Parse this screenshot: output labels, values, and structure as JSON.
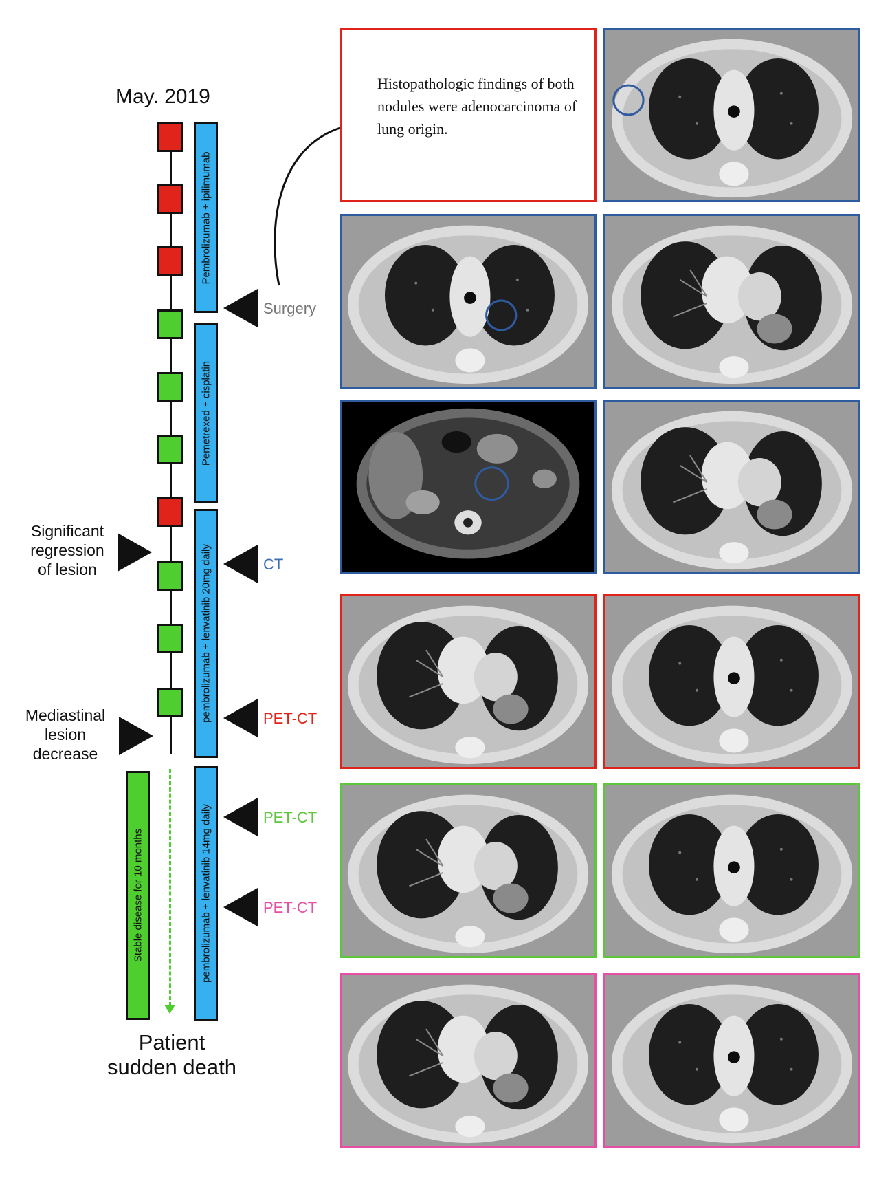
{
  "timeline": {
    "start_label": "May. 2019",
    "end_label_line1": "Patient",
    "end_label_line2": "sudden death",
    "cycles": [
      "red",
      "red",
      "red",
      "green",
      "green",
      "green",
      "red",
      "green",
      "green",
      "green"
    ],
    "regimens": [
      {
        "label": "Pembrolizumab + ipilimumab"
      },
      {
        "label": "Pemetrexed + cisplatin"
      },
      {
        "label": "pembrolizumab + lenvatinib 20mg daily"
      },
      {
        "label": "pembrolizumab + lenvatinib 14mg daily"
      }
    ],
    "stable_label": "Stable disease for 10 months",
    "events": [
      {
        "label": "Surgery",
        "color": "#777777"
      },
      {
        "label": "CT",
        "color": "#3b6fb5"
      },
      {
        "label": "PET-CT",
        "color": "#e0241b"
      },
      {
        "label": "PET-CT",
        "color": "#5ec63c"
      },
      {
        "label": "PET-CT",
        "color": "#e64fa3"
      }
    ],
    "notes": [
      {
        "lines": [
          "Significant",
          "regression",
          "of lesion"
        ]
      },
      {
        "lines": [
          "Mediastinal",
          "lesion",
          "decrease"
        ]
      }
    ]
  },
  "callout": {
    "text": "Histopathologic findings of both nodules were adenocarcinoma of lung origin.",
    "border_color": "#e0241b"
  },
  "colors": {
    "cycle_red": "#e0241b",
    "cycle_green": "#4fce2f",
    "regimen_blue": "#36b0ee",
    "frame_blue": "#2f5ba0",
    "frame_red": "#e0241b",
    "frame_green": "#5ec63c",
    "frame_pink": "#e64fa3"
  },
  "scans": [
    {
      "frame": "blue",
      "kind": "chest-upper",
      "circle": "right-wall"
    },
    {
      "frame": "blue",
      "kind": "chest-upper",
      "circle": "left-apex"
    },
    {
      "frame": "blue",
      "kind": "chest-lesion"
    },
    {
      "frame": "blue",
      "kind": "abdomen",
      "circle": "mesenteric"
    },
    {
      "frame": "blue",
      "kind": "chest-lesion"
    },
    {
      "frame": "red",
      "kind": "chest-lesion"
    },
    {
      "frame": "red",
      "kind": "chest-upper"
    },
    {
      "frame": "green",
      "kind": "chest-lesion"
    },
    {
      "frame": "green",
      "kind": "chest-upper"
    },
    {
      "frame": "pink",
      "kind": "chest-lesion"
    },
    {
      "frame": "pink",
      "kind": "chest-upper"
    }
  ]
}
